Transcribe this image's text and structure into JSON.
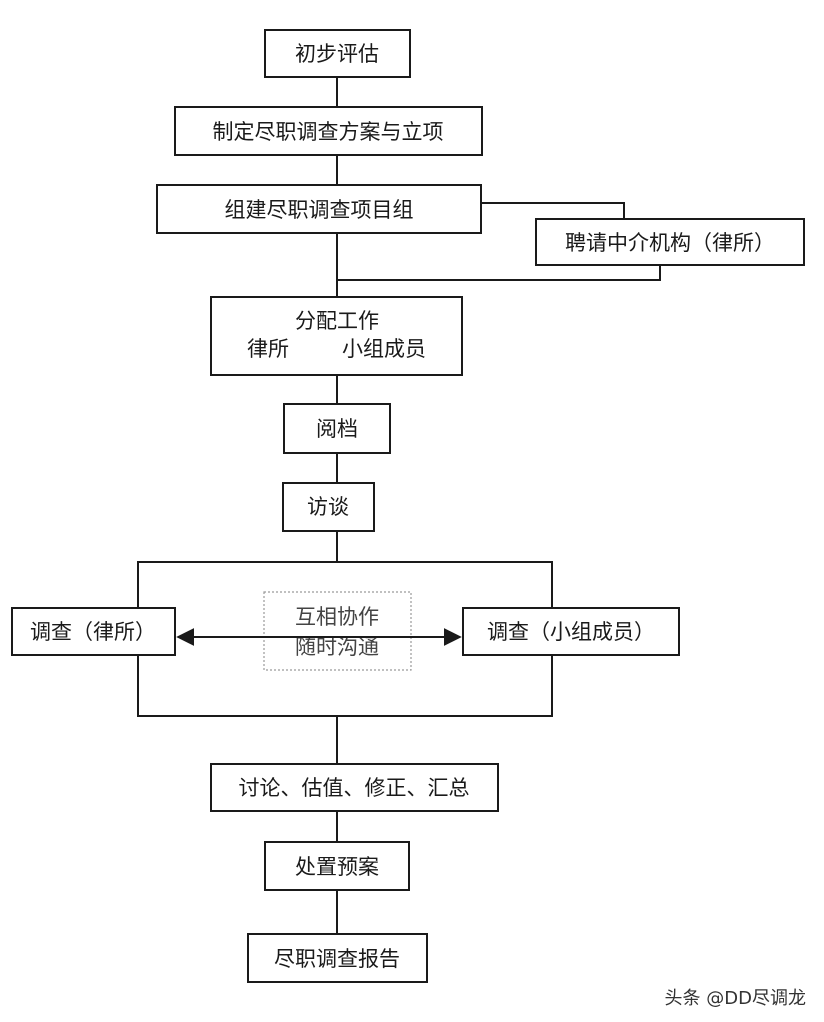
{
  "nodes": {
    "initial_assessment": "初步评估",
    "plan_and_approval": "制定尽职调查方案与立项",
    "form_team": "组建尽职调查项目组",
    "hire_intermediary": "聘请中介机构（律所）",
    "assign_work_title": "分配工作",
    "assign_work_law_firm": "律所",
    "assign_work_team_members": "小组成员",
    "document_review": "阅档",
    "interview": "访谈",
    "investigation_law_firm": "调查（律所）",
    "investigation_team_members": "调查（小组成员）",
    "collaboration_line1": "互相协作",
    "collaboration_line2": "随时沟通",
    "discuss_summarize": "讨论、估值、修正、汇总",
    "disposal_plan": "处置预案",
    "final_report": "尽职调查报告"
  },
  "watermark": "头条 @DD尽调龙"
}
